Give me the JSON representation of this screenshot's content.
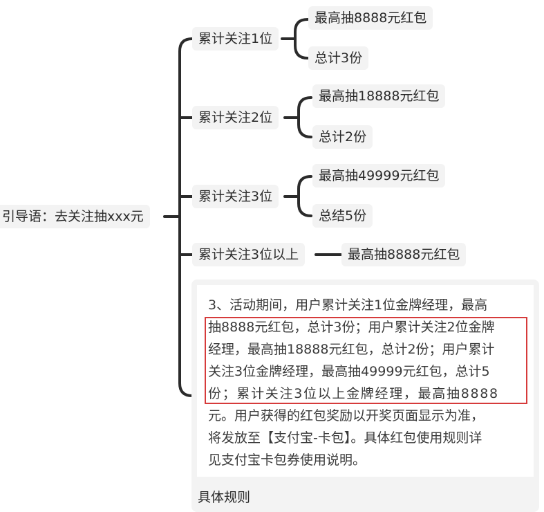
{
  "root": {
    "label": "引导语：去关注抽xxx元"
  },
  "branches": [
    {
      "label": "累计关注1位",
      "children": [
        "最高抽8888元红包",
        "总计3份"
      ]
    },
    {
      "label": "累计关注2位",
      "children": [
        "最高抽18888元红包",
        "总计2份"
      ]
    },
    {
      "label": "累计关注3位",
      "children": [
        "最高抽49999元红包",
        "总结5份"
      ]
    },
    {
      "label": "累计关注3位以上",
      "children": [
        "最高抽8888元红包"
      ]
    }
  ],
  "note": {
    "lines": [
      "3、活动期间，用户累计关注1位金牌经理，最高",
      "抽8888元红包，总计3份；用户累计关注2位金牌",
      "经理，最高抽18888元红包，总计2份；用户累计",
      "关注3位金牌经理，最高抽49999元红包，总计5",
      "份；累计关注3位以上金牌经理，最高抽8888",
      "元。用户获得的红包奖励以开奖页面显示为准，",
      "将发放至【支付宝-卡包】。具体红包使用规则详",
      "见支付宝卡包券使用说明。"
    ],
    "title": "具体规则"
  },
  "colors": {
    "line": "#2b2b2b",
    "node_bg": "#f3f3f3",
    "highlight": "#d63b3b"
  }
}
